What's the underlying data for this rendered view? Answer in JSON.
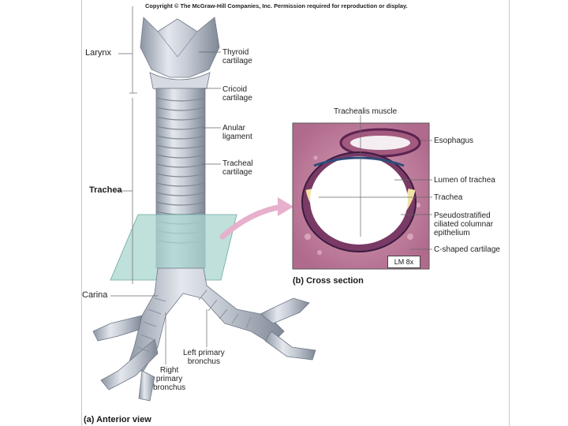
{
  "copyright": "Copyright © The McGraw-Hill Companies, Inc. Permission required for reproduction or display.",
  "labels": {
    "larynx": "Larynx",
    "trachea": "Trachea",
    "carina": "Carina",
    "thyroid": [
      "Thyroid",
      "cartilage"
    ],
    "cricoid": [
      "Cricoid",
      "cartilage"
    ],
    "anular": [
      "Anular",
      "ligament"
    ],
    "tracheal_cartilage": [
      "Tracheal",
      "cartilage"
    ],
    "left_bronchus": [
      "Left primary",
      "bronchus"
    ],
    "right_bronchus": [
      "Right",
      "primary",
      "bronchus"
    ],
    "trachealis_muscle": "Trachealis muscle",
    "esophagus": "Esophagus",
    "lumen": "Lumen of trachea",
    "trachea_cs": "Trachea",
    "epithelium": [
      "Pseudostratified",
      "ciliated columnar",
      "epithelium"
    ],
    "c_cartilage": "C-shaped cartilage",
    "lm": "LM 8x"
  },
  "captions": {
    "anterior": "(a) Anterior view",
    "cross": "(b) Cross section"
  },
  "colors": {
    "cartilage": "#c9ced6",
    "cartilage_shade": "#9aa3b0",
    "plane": "#a9d6cf",
    "arrow": "#e7b0cc",
    "tissue": "#c98aa6",
    "tissue_dark": "#6b2c57",
    "hyaline": "#f2e2a8"
  }
}
